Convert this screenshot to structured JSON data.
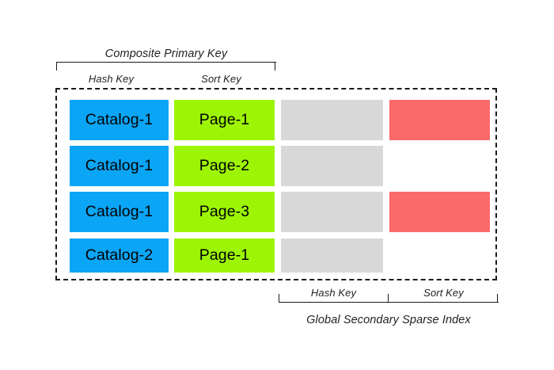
{
  "diagram": {
    "title_top": "Composite Primary Key",
    "title_bottom": "Global Secondary Sparse Index",
    "label_hash_key_top": "Hash Key",
    "label_sort_key_top": "Sort Key",
    "label_hash_key_bottom": "Hash Key",
    "label_sort_key_bottom": "Sort Key"
  },
  "colors": {
    "hash_key": "#0aa5f5",
    "sort_key": "#9df505",
    "attribute": "#d8d8d8",
    "sparse_attribute": "#fb6a6a",
    "border": "#1a1a1a",
    "text": "#231f20",
    "background": "#ffffff"
  },
  "table": {
    "columns": [
      {
        "name": "hash-key-column",
        "role": "Hash Key",
        "color_key": "hash_key"
      },
      {
        "name": "sort-key-column",
        "role": "Sort Key",
        "color_key": "sort_key"
      },
      {
        "name": "attribute-column",
        "role": "Hash Key",
        "color_key": "attribute"
      },
      {
        "name": "sparse-attribute-column",
        "role": "Sort Key",
        "color_key": "sparse_attribute"
      }
    ],
    "rows": [
      {
        "cells": [
          {
            "text": "Catalog-1",
            "color_key": "hash_key",
            "present": true
          },
          {
            "text": "Page-1",
            "color_key": "sort_key",
            "present": true
          },
          {
            "text": "",
            "color_key": "attribute",
            "present": true
          },
          {
            "text": "",
            "color_key": "sparse_attribute",
            "present": true
          }
        ]
      },
      {
        "cells": [
          {
            "text": "Catalog-1",
            "color_key": "hash_key",
            "present": true
          },
          {
            "text": "Page-2",
            "color_key": "sort_key",
            "present": true
          },
          {
            "text": "",
            "color_key": "attribute",
            "present": true
          },
          {
            "text": "",
            "color_key": "sparse_attribute",
            "present": false
          }
        ]
      },
      {
        "cells": [
          {
            "text": "Catalog-1",
            "color_key": "hash_key",
            "present": true
          },
          {
            "text": "Page-3",
            "color_key": "sort_key",
            "present": true
          },
          {
            "text": "",
            "color_key": "attribute",
            "present": true
          },
          {
            "text": "",
            "color_key": "sparse_attribute",
            "present": true
          }
        ]
      },
      {
        "cells": [
          {
            "text": "Catalog-2",
            "color_key": "hash_key",
            "present": true
          },
          {
            "text": "Page-1",
            "color_key": "sort_key",
            "present": true
          },
          {
            "text": "",
            "color_key": "attribute",
            "present": true
          },
          {
            "text": "",
            "color_key": "sparse_attribute",
            "present": false
          }
        ]
      }
    ]
  }
}
